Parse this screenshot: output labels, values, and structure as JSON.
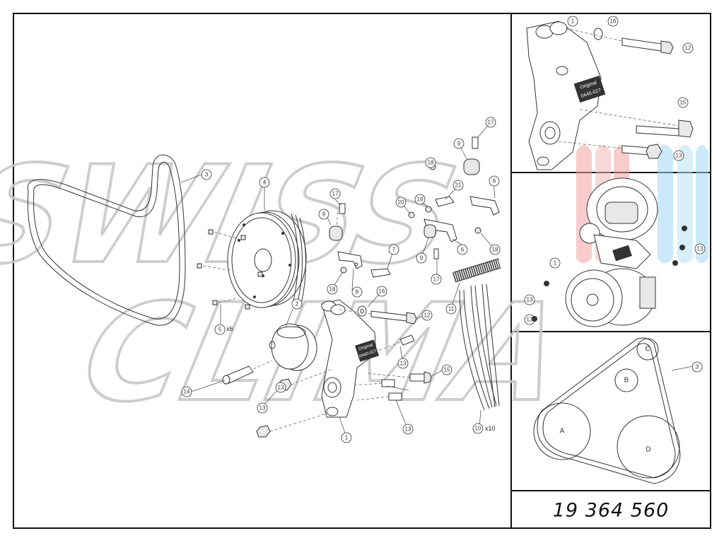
{
  "drawing": {
    "part_number": "19 364 560",
    "watermark_line1": "SWISS",
    "watermark_line2": "CLIMA",
    "bracket_stamp_line1": "Original",
    "bracket_stamp_line2": "0440-027",
    "quantity_x6": "x6",
    "quantity_x10": "x10"
  },
  "callouts": {
    "main": [
      "1",
      "2",
      "3",
      "4",
      "5",
      "6",
      "6",
      "7",
      "8",
      "9",
      "9",
      "9",
      "10",
      "11",
      "12",
      "13",
      "13",
      "13",
      "13",
      "14",
      "15",
      "16",
      "17",
      "17",
      "17",
      "18",
      "18",
      "18",
      "19",
      "20",
      "21"
    ],
    "detail_top": [
      "1",
      "16",
      "12",
      "15",
      "13"
    ],
    "detail_mid": [
      "13",
      "1",
      "13",
      "13"
    ],
    "detail_belt": [
      "3"
    ]
  },
  "pulley_labels": [
    "A",
    "B",
    "C",
    "D"
  ],
  "colors": {
    "line": "#333333",
    "watermark": "#c8c8c8",
    "watermark_red": "#f2a0a0",
    "watermark_blue": "#9fd6f2"
  }
}
